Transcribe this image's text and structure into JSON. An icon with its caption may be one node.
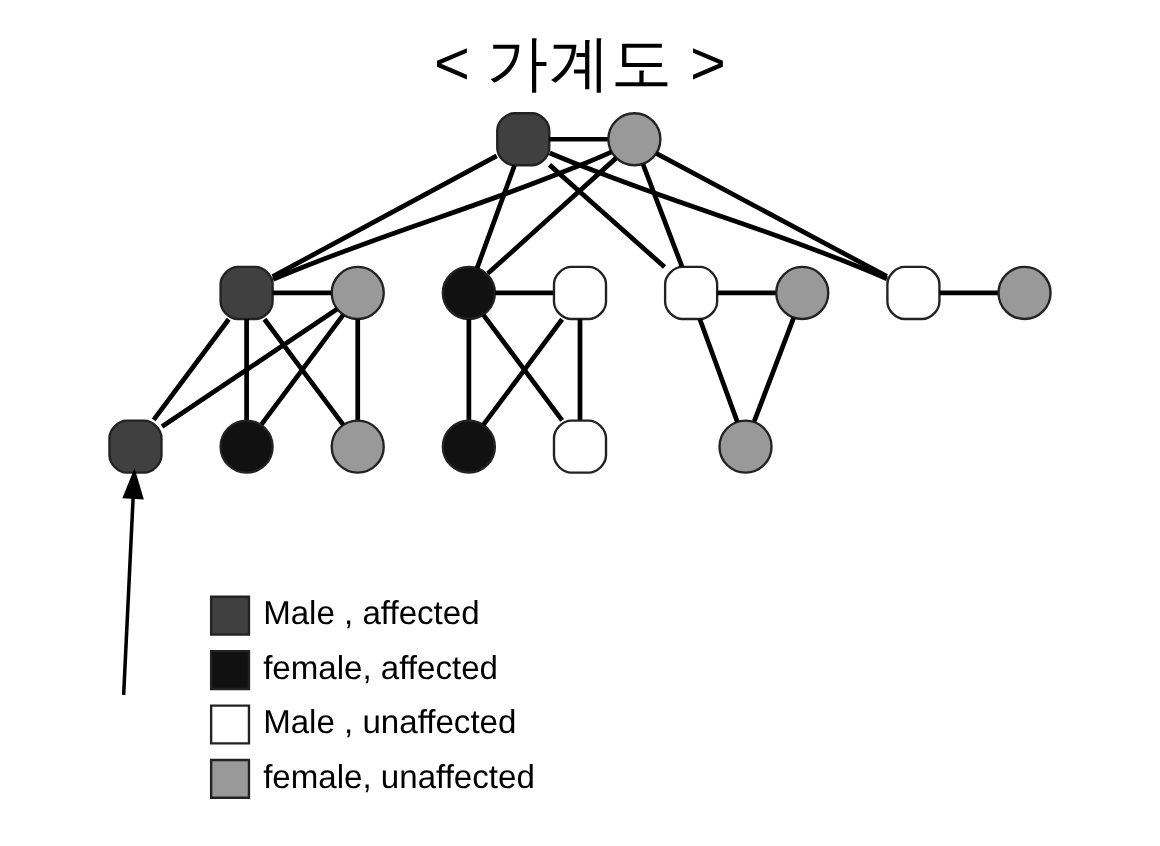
{
  "diagram": {
    "title": "< 가계도 >",
    "nodes": [
      {
        "text": [],
        "shape": "box"
      },
      {
        "text": [],
        "shape": "circle"
      },
      {
        "text": [],
        "shape": "box"
      },
      {
        "text": [],
        "shape": "circle"
      },
      {
        "text": [],
        "shape": "circle"
      },
      {
        "text": [],
        "shape": "box"
      },
      {
        "text": [],
        "shape": "box"
      },
      {
        "text": [],
        "shape": "circle"
      },
      {
        "text": [],
        "shape": "box"
      },
      {
        "text": [],
        "shape": "circle"
      },
      {
        "text": [],
        "shape": "box"
      },
      {
        "text": [],
        "shape": "circle"
      },
      {
        "text": [],
        "shape": "circle"
      },
      {
        "text": [],
        "shape": "circle"
      },
      {
        "text": [],
        "shape": "box"
      },
      {
        "text": [],
        "shape": "circle"
      }
    ],
    "edges": [
      {
        "from": 0,
        "to": 1,
        "arrow": "none"
      },
      {
        "from": 0,
        "to": 2,
        "arrow": "none"
      },
      {
        "from": 1,
        "to": 2,
        "arrow": "none"
      },
      {
        "from": 0,
        "to": 4,
        "arrow": "none"
      },
      {
        "from": 1,
        "to": 4,
        "arrow": "none"
      },
      {
        "from": 0,
        "to": 6,
        "arrow": "none"
      },
      {
        "from": 1,
        "to": 6,
        "arrow": "none"
      },
      {
        "from": 0,
        "to": 8,
        "arrow": "none"
      },
      {
        "from": 1,
        "to": 8,
        "arrow": "none"
      },
      {
        "from": 2,
        "to": 3,
        "arrow": "none"
      },
      {
        "from": 4,
        "to": 5,
        "arrow": "none"
      },
      {
        "from": 6,
        "to": 7,
        "arrow": "none"
      },
      {
        "from": 8,
        "to": 9,
        "arrow": "none"
      },
      {
        "from": 2,
        "to": 10,
        "arrow": "none"
      },
      {
        "from": 3,
        "to": 10,
        "arrow": "none"
      },
      {
        "from": 2,
        "to": 11,
        "arrow": "none"
      },
      {
        "from": 3,
        "to": 11,
        "arrow": "none"
      },
      {
        "from": 2,
        "to": 12,
        "arrow": "none"
      },
      {
        "from": 3,
        "to": 12,
        "arrow": "none"
      },
      {
        "from": 4,
        "to": 13,
        "arrow": "none"
      },
      {
        "from": 5,
        "to": 13,
        "arrow": "none"
      },
      {
        "from": 4,
        "to": 14,
        "arrow": "none"
      },
      {
        "from": 5,
        "to": 14,
        "arrow": "none"
      },
      {
        "from": 6,
        "to": 15,
        "arrow": "none"
      },
      {
        "from": 7,
        "to": 15,
        "arrow": "none"
      },
      {
        "from": null,
        "to": 10,
        "arrow": "to"
      }
    ],
    "legend": [
      {
        "text": "Male , affected"
      },
      {
        "text": "female, affected"
      },
      {
        "text": "Male , unaffected"
      },
      {
        "text": "female, unaffected"
      }
    ]
  }
}
